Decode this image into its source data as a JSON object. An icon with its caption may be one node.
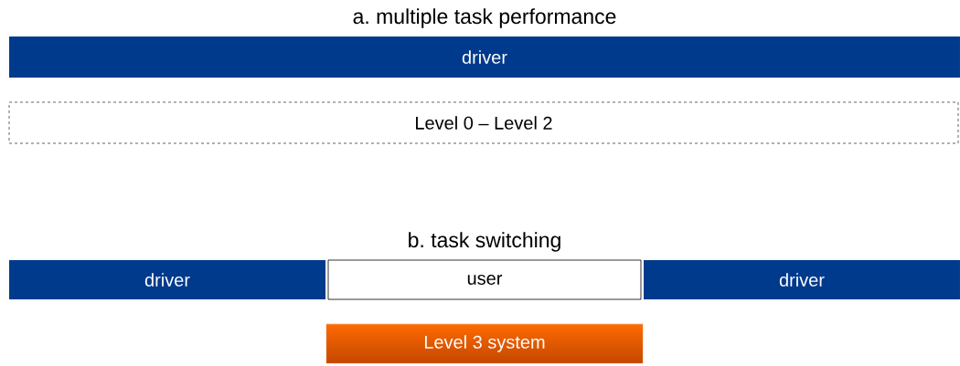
{
  "diagram": {
    "nodes": [
      {
        "text": [
          "driver"
        ]
      },
      {
        "text": [
          "Level 0 – Level 2"
        ]
      },
      {
        "text": [
          "driver"
        ]
      },
      {
        "text": [
          "user"
        ]
      },
      {
        "text": [
          "driver"
        ]
      },
      {
        "text": [
          "Level 3 system"
        ]
      }
    ],
    "labels": [
      "a. multiple task performance",
      "b. task switching"
    ]
  }
}
